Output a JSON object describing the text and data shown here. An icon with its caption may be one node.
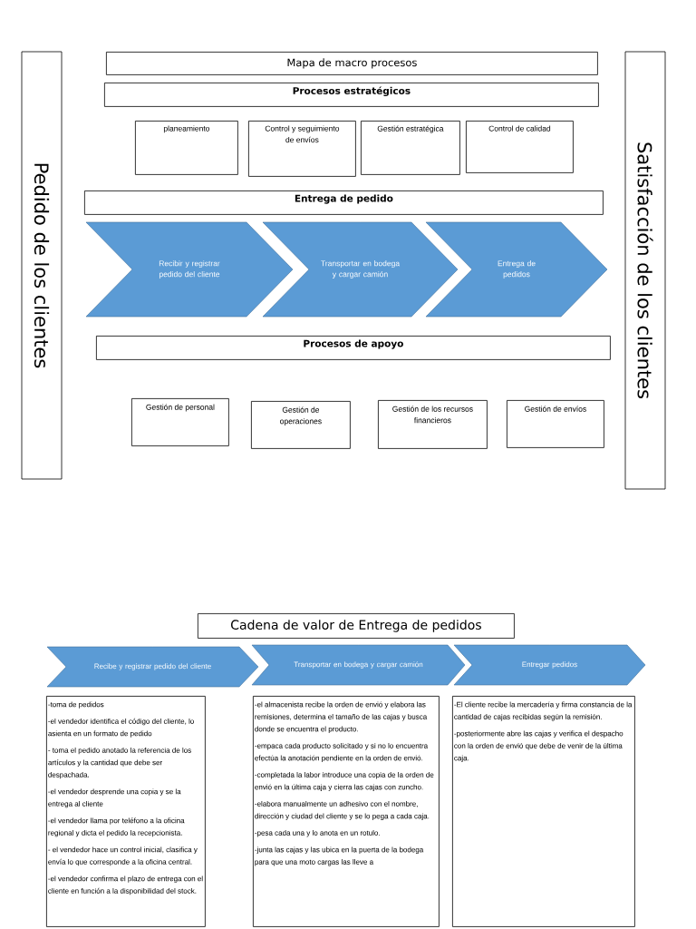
{
  "diagram": {
    "nodes": [
      {
        "text": [
          "Pedido de los clientes"
        ]
      },
      {
        "text": [
          "Mapa de macro procesos"
        ]
      },
      {
        "text": [
          "Procesos estratégicos"
        ]
      },
      {
        "text": [
          "planeamiento"
        ]
      },
      {
        "text": [
          "Control y seguimiento de envíos"
        ]
      },
      {
        "text": [
          "Gestión estratégica"
        ]
      },
      {
        "text": [
          "Control de calidad"
        ]
      },
      {
        "text": [
          "Entrega de pedido"
        ]
      },
      {
        "text": [
          "Recibir y registrar pedido del cliente"
        ]
      },
      {
        "text": [
          "Transportar en bodega y cargar camión"
        ]
      },
      {
        "text": [
          "Entrega de pedidos"
        ]
      },
      {
        "text": [
          "Procesos de apoyo"
        ]
      },
      {
        "text": [
          "Gestión de personal"
        ]
      },
      {
        "text": [
          "Gestión de operaciones"
        ]
      },
      {
        "text": [
          "Gestión de los recursos financieros"
        ]
      },
      {
        "text": [
          "Gestión de envíos"
        ]
      },
      {
        "text": [
          "Satisfacción de los clientes"
        ]
      },
      {
        "text": [
          "Cadena de valor de Entrega de pedidos"
        ]
      },
      {
        "text": [
          "Recibe y registrar pedido del cliente"
        ]
      },
      {
        "text": [
          "Transportar en bodega y cargar camión"
        ]
      },
      {
        "text": [
          "Entregar pedidos"
        ]
      },
      {
        "text": [
          "-toma de pedidos",
          "-el vendedor identifica el código del cliente, lo asienta en un formato de pedido",
          "- toma el pedido anotado la referencia de los artículos y la cantidad que debe ser despachada.",
          "-el vendedor desprende una copia y se la entrega al cliente",
          "-el vendedor llama por teléfono a la oficina regional y dicta el pedido la recepcionista.",
          "- el vendedor hace un control inicial, clasifica y envía lo que corresponde a la oficina central.",
          "-el vendedor confirma el plazo de entrega con el cliente en función a la disponibilidad del stock."
        ]
      },
      {
        "text": [
          "-el almacenista recibe la orden de envió y elabora las remisiones, determina el tamaño de las cajas y busca donde se encuentra el producto.",
          "-empaca cada producto solicitado y si no lo encuentra efectúa la anotación pendiente en la orden de envió.",
          "-completada la labor introduce una copia de la orden de envió en la última caja y cierra las cajas con zuncho.",
          "-elabora manualmente un adhesivo con el nombre, dirección y ciudad del cliente y se lo pega a cada caja.",
          "-pesa cada una y lo anota en un rotulo.",
          "-junta las cajas y las ubica en la puerta de la bodega para que una moto cargas las lleve a"
        ]
      },
      {
        "text": [
          "-El cliente recibe la mercadería y firma constancia de la cantidad de cajas recibidas según la remisión.",
          "-posteriormente abre las cajas y verifica el despacho con la orden de envió que debe de venir de la última caja."
        ]
      }
    ]
  }
}
